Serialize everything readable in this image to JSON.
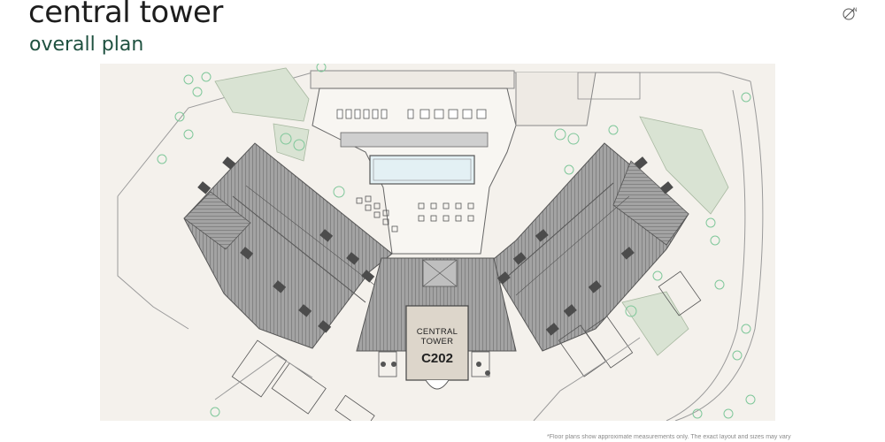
{
  "header": {
    "title": "central tower",
    "subtitle": "overall plan"
  },
  "plan": {
    "unit_label_line1": "CENTRAL",
    "unit_label_line2": "TOWER",
    "unit_code": "C202"
  },
  "footnote": "*Floor plans show approximate measurements only. The exact layout and sizes may vary",
  "icons": [
    "compass-icon",
    "tree-icon",
    "accessible-parking-icon",
    "roof-vent-icon"
  ],
  "colors": {
    "title": "#1d1d1d",
    "subtitle": "#1f5140",
    "plan_background": "#f4f1ec",
    "roof": "#8f8f8f",
    "highlight_unit": "#ddd6cb",
    "garden": "#d9e3d3",
    "pool": "#e3f0f4",
    "tree": "#7fc79a"
  }
}
